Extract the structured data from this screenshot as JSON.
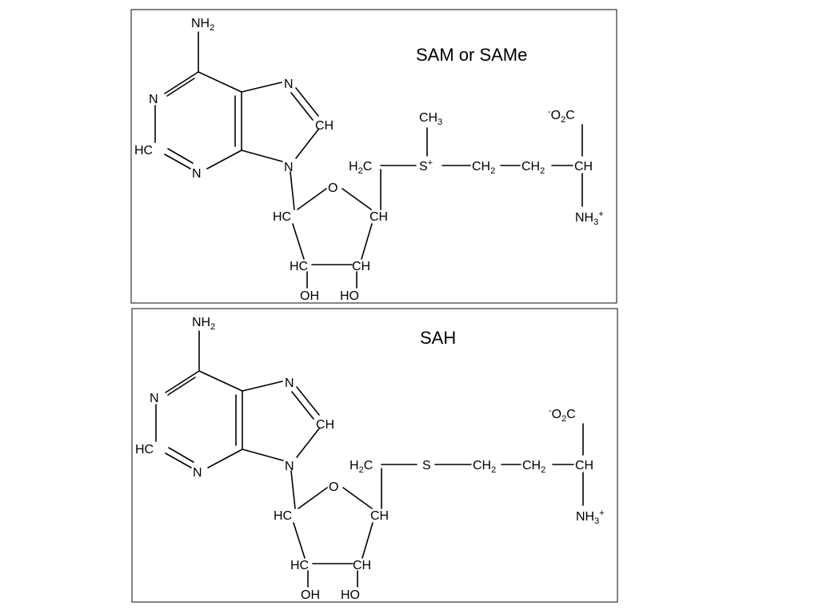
{
  "panels": [
    {
      "id": "sam",
      "title": "SAM or SAMe",
      "atoms": {
        "nh2_base": "NH",
        "nh2_sub": "2",
        "n1": "N",
        "hc2": "HC",
        "n3": "N",
        "n7": "N",
        "ch8": "CH",
        "n9": "N",
        "o_ring": "O",
        "hc1p": "HC",
        "ch4p": "CH",
        "hc2p": "HC",
        "ch3p": "CH",
        "oh": "OH",
        "ho": "HO",
        "h2c_h": "H",
        "h2c_sub": "2",
        "h2c_c": "C",
        "s_base": "S",
        "s_sup": "+",
        "ch3_base": "CH",
        "ch3_sub": "3",
        "ch2a_base": "CH",
        "ch2a_sub": "2",
        "ch2b_base": "CH",
        "ch2b_sub": "2",
        "ch_alpha": "CH",
        "co2_sup": "-",
        "co2_o": "O",
        "co2_sub": "2",
        "co2_c": "C",
        "nh3_base": "NH",
        "nh3_sub": "3",
        "nh3_sup": "+"
      }
    },
    {
      "id": "sah",
      "title": "SAH",
      "atoms": {
        "nh2_base": "NH",
        "nh2_sub": "2",
        "n1": "N",
        "hc2": "HC",
        "n3": "N",
        "n7": "N",
        "ch8": "CH",
        "n9": "N",
        "o_ring": "O",
        "hc1p": "HC",
        "ch4p": "CH",
        "hc2p": "HC",
        "ch3p": "CH",
        "oh": "OH",
        "ho": "HO",
        "h2c_h": "H",
        "h2c_sub": "2",
        "h2c_c": "C",
        "s_base": "S",
        "ch2a_base": "CH",
        "ch2a_sub": "2",
        "ch2b_base": "CH",
        "ch2b_sub": "2",
        "ch_alpha": "CH",
        "co2_sup": "-",
        "co2_o": "O",
        "co2_sub": "2",
        "co2_c": "C",
        "nh3_base": "NH",
        "nh3_sub": "3",
        "nh3_sup": "+"
      }
    }
  ]
}
